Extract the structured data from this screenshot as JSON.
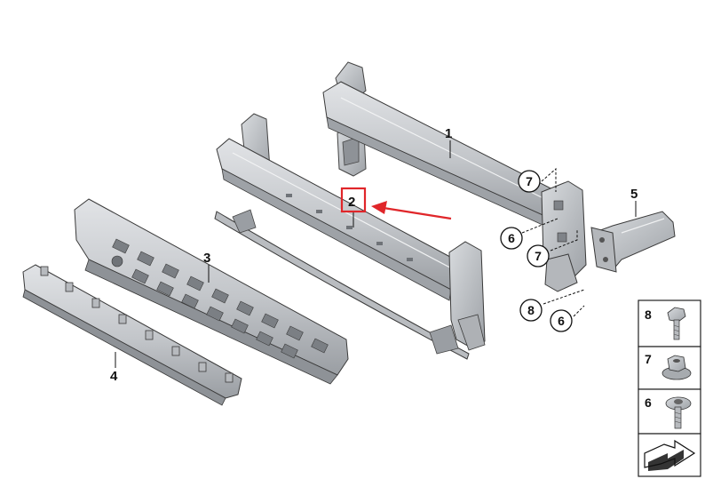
{
  "parts": {
    "part1": "1",
    "part2": "2",
    "part3": "3",
    "part4": "4",
    "part5": "5"
  },
  "callouts": {
    "c7_top": "7",
    "c6_mid": "6",
    "c7_low": "7",
    "c8": "8",
    "c6_low": "6"
  },
  "legend": {
    "item8": "8",
    "item7": "7",
    "item6": "6"
  },
  "colors": {
    "highlight_box": "#e0262a",
    "arrow": "#e0262a",
    "part_fill": "#c9ccd0",
    "part_dark": "#8e9297",
    "outline": "#3a3a3a"
  }
}
